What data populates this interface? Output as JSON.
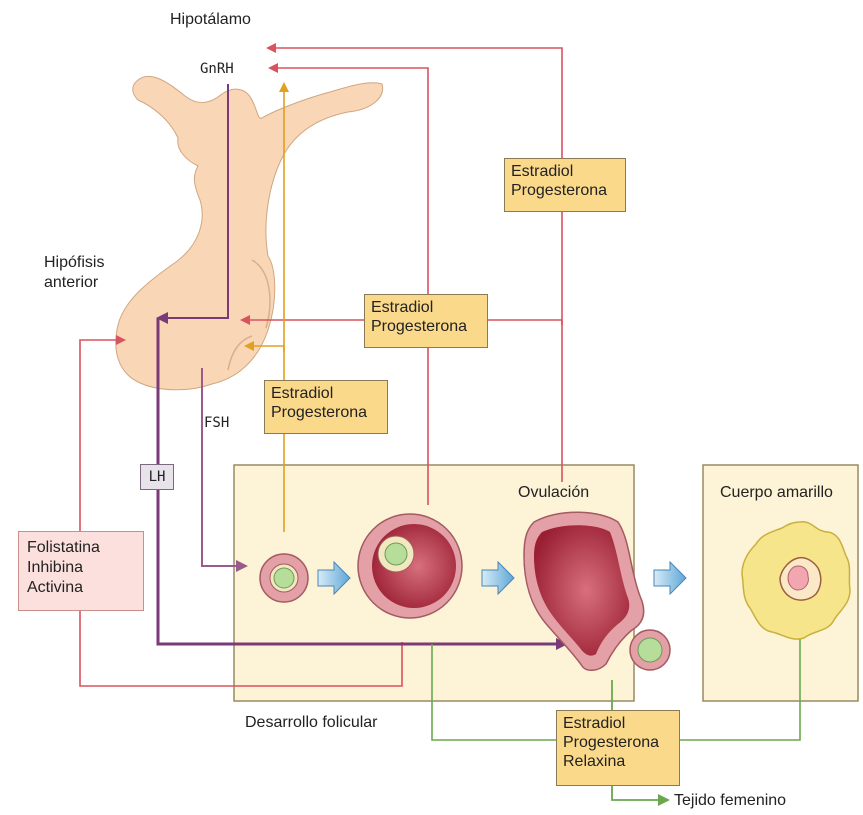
{
  "labels": {
    "hypothalamus": "Hipotálamo",
    "gnrh": "GnRH",
    "pituitary_line1": "Hipófisis",
    "pituitary_line2": "anterior",
    "fsh": "FSH",
    "lh": "LH",
    "ovulation": "Ovulación",
    "corpus_luteum": "Cuerpo amarillo",
    "follicular_development": "Desarrollo folicular",
    "female_tissue": "Tejido femenino"
  },
  "boxes": {
    "upper_right": [
      "Estradiol",
      "Progesterona"
    ],
    "middle": [
      "Estradiol",
      "Progesterona"
    ],
    "lower_left": [
      "Estradiol",
      "Progesterona"
    ],
    "bottom": [
      "Estradiol",
      "Progesterona",
      "Relaxina"
    ],
    "ovarian_factors": [
      "Folistatina",
      "Inhibina",
      "Activina"
    ]
  },
  "colors": {
    "negative_feedback": "#d9535f",
    "positive_feedback": "#e0a020",
    "lh_pathway": "#7a3a78",
    "fsh_pathway": "#9a5a8a",
    "tissue_pathway": "#6aa84f",
    "hormone_box": "#fbd98a",
    "ovarian_panel": "#fdf3d6",
    "pituitary": "#f9d6b6"
  }
}
